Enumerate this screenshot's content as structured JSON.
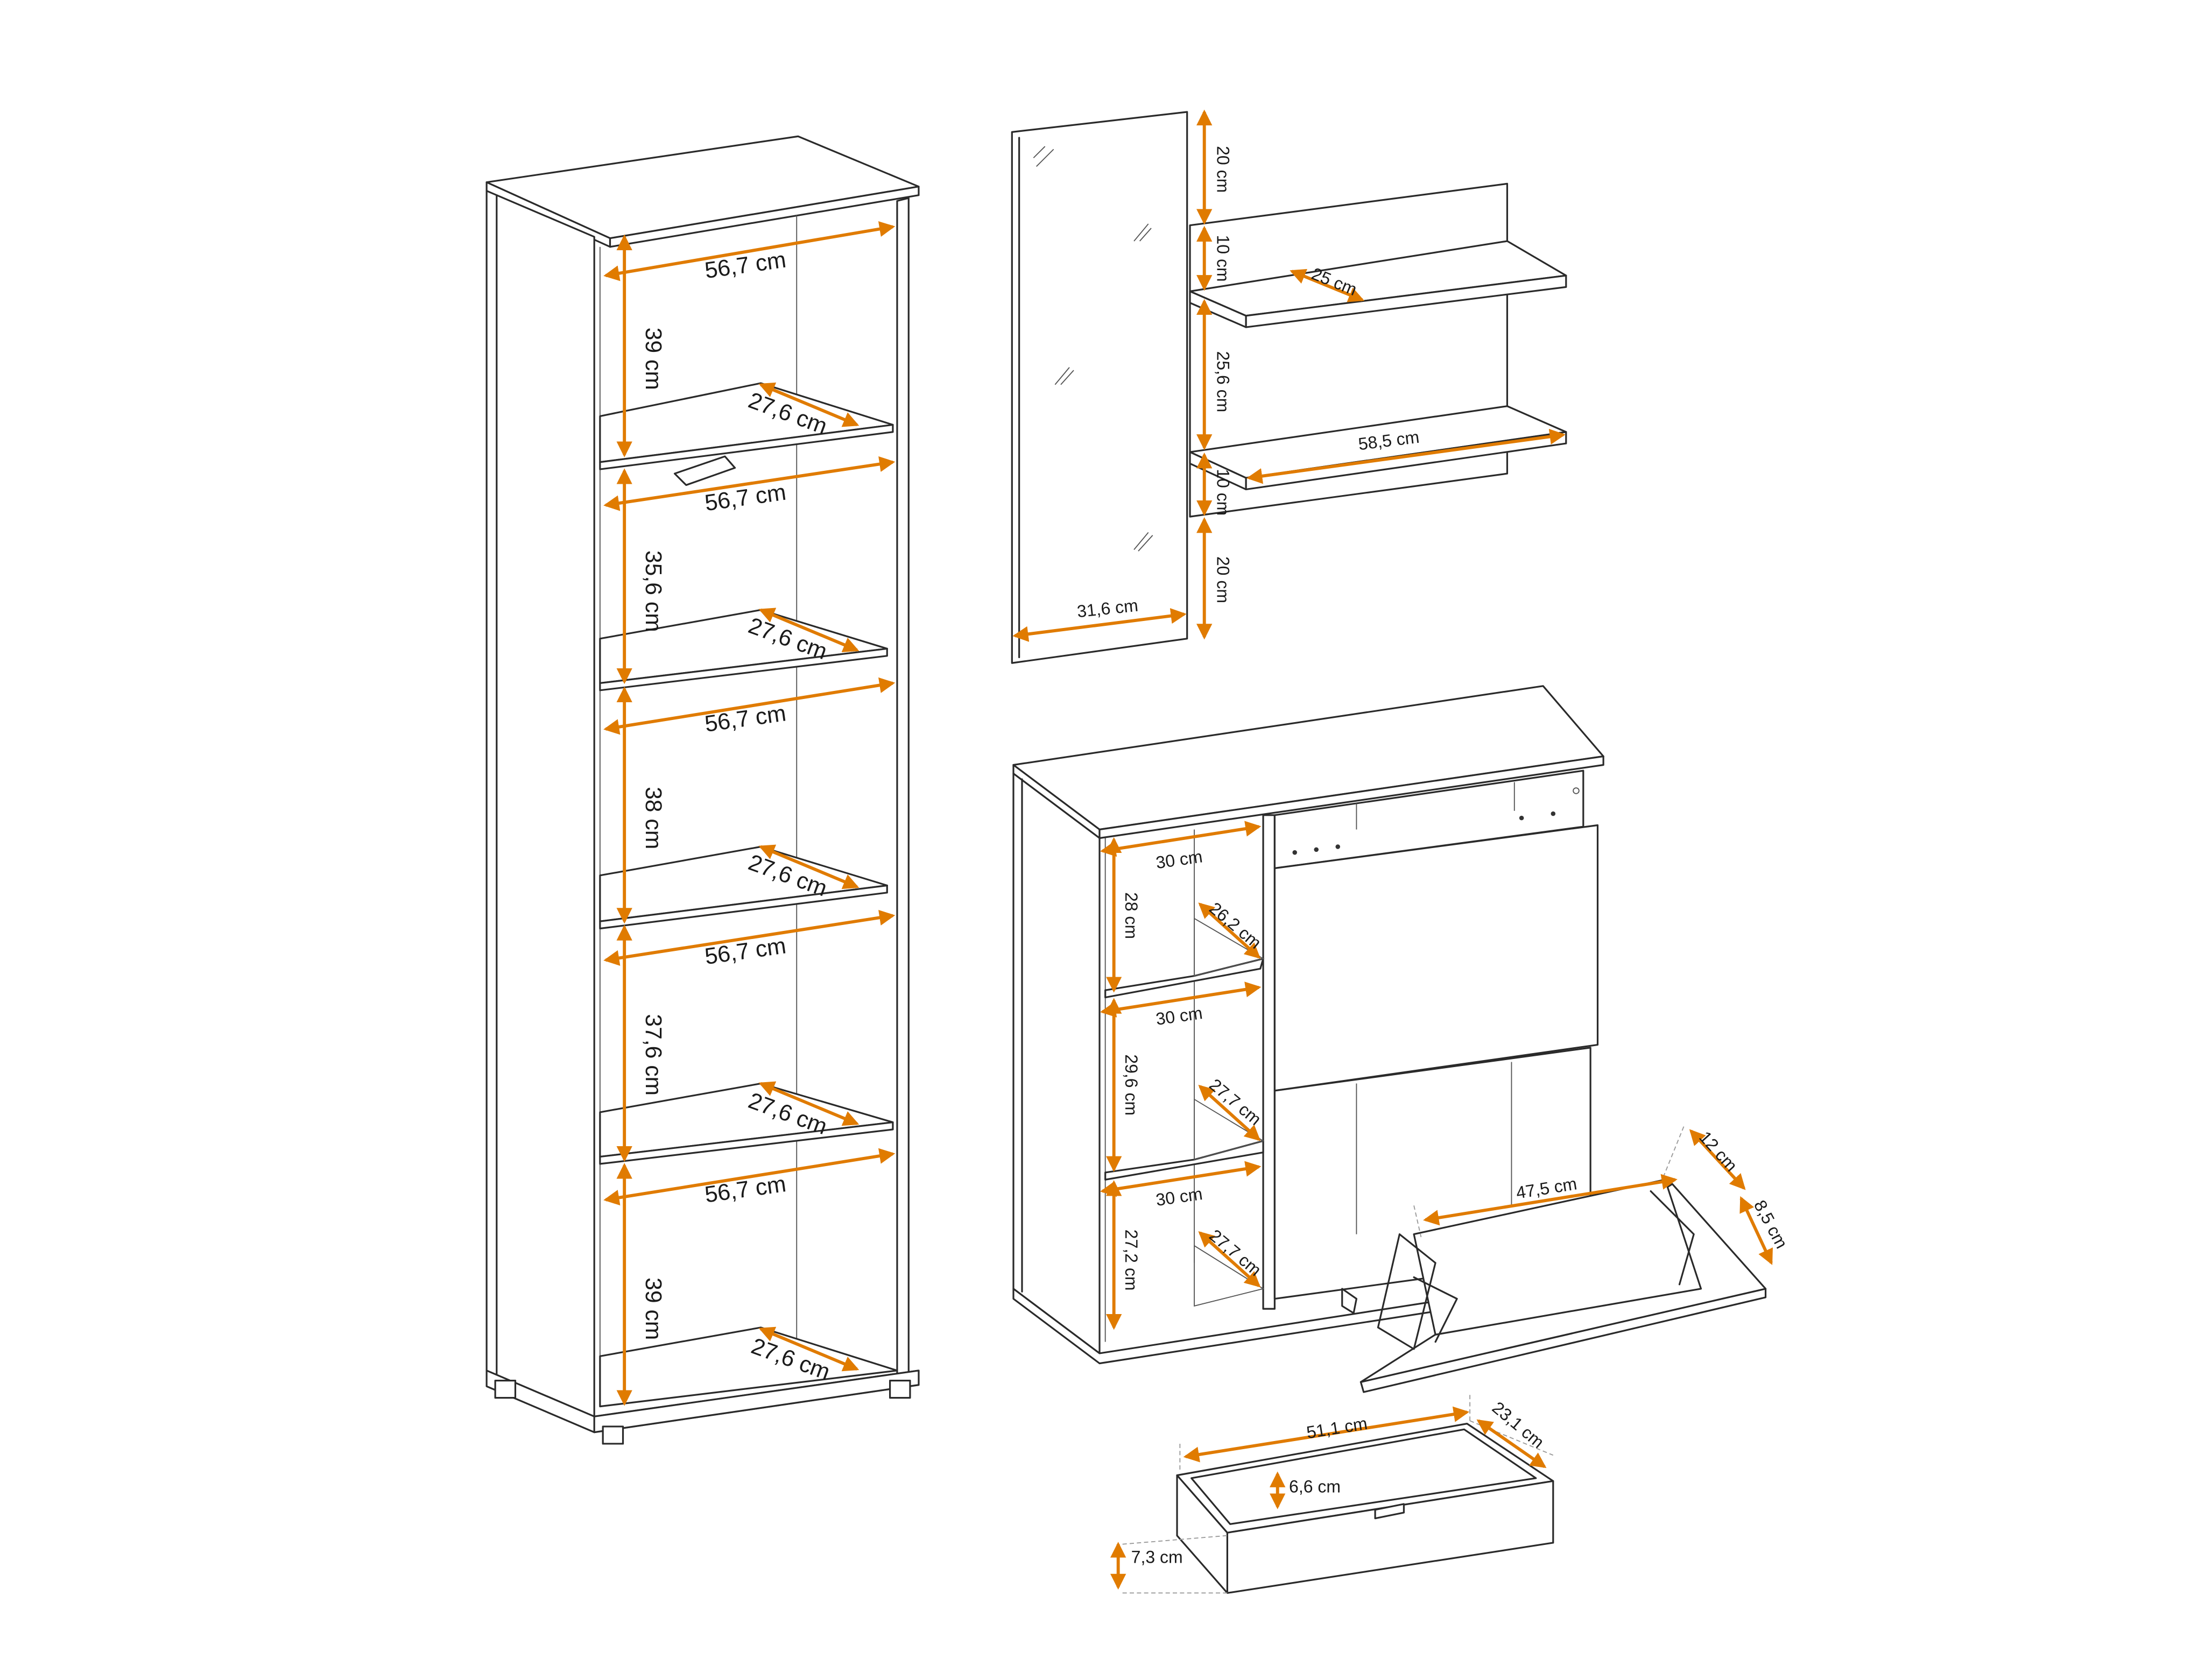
{
  "accent_color": "#e07b00",
  "line_color": "#2a2a2a",
  "shelf_unit": {
    "widths": [
      "56,7 cm",
      "56,7 cm",
      "56,7 cm",
      "56,7 cm",
      "56,7 cm"
    ],
    "depths": [
      "27,6 cm",
      "27,6 cm",
      "27,6 cm",
      "27,6 cm",
      "27,6 cm"
    ],
    "heights": [
      "39 cm",
      "35,6 cm",
      "38 cm",
      "37,6 cm",
      "39 cm"
    ]
  },
  "mirror": {
    "width": "31,6 cm"
  },
  "wall_panel": {
    "shelf_depth": "25 cm",
    "shelf_width": "58,5 cm",
    "heights": [
      "20 cm",
      "10 cm",
      "25,6 cm",
      "10 cm",
      "20 cm"
    ]
  },
  "shoe_cabinet": {
    "shelf_widths": [
      "30 cm",
      "30 cm",
      "30 cm"
    ],
    "shelf_depths": [
      "26,2 cm",
      "27,7 cm",
      "27,7 cm"
    ],
    "compartment_heights": [
      "28 cm",
      "29,6 cm",
      "27,2 cm"
    ],
    "flap_width": "47,5 cm",
    "flap_depth": "12 cm",
    "flap_height": "8,5 cm"
  },
  "drawer": {
    "width": "51,1 cm",
    "depth": "23,1 cm",
    "inner_height": "6,6 cm",
    "front_height": "7,3 cm"
  }
}
